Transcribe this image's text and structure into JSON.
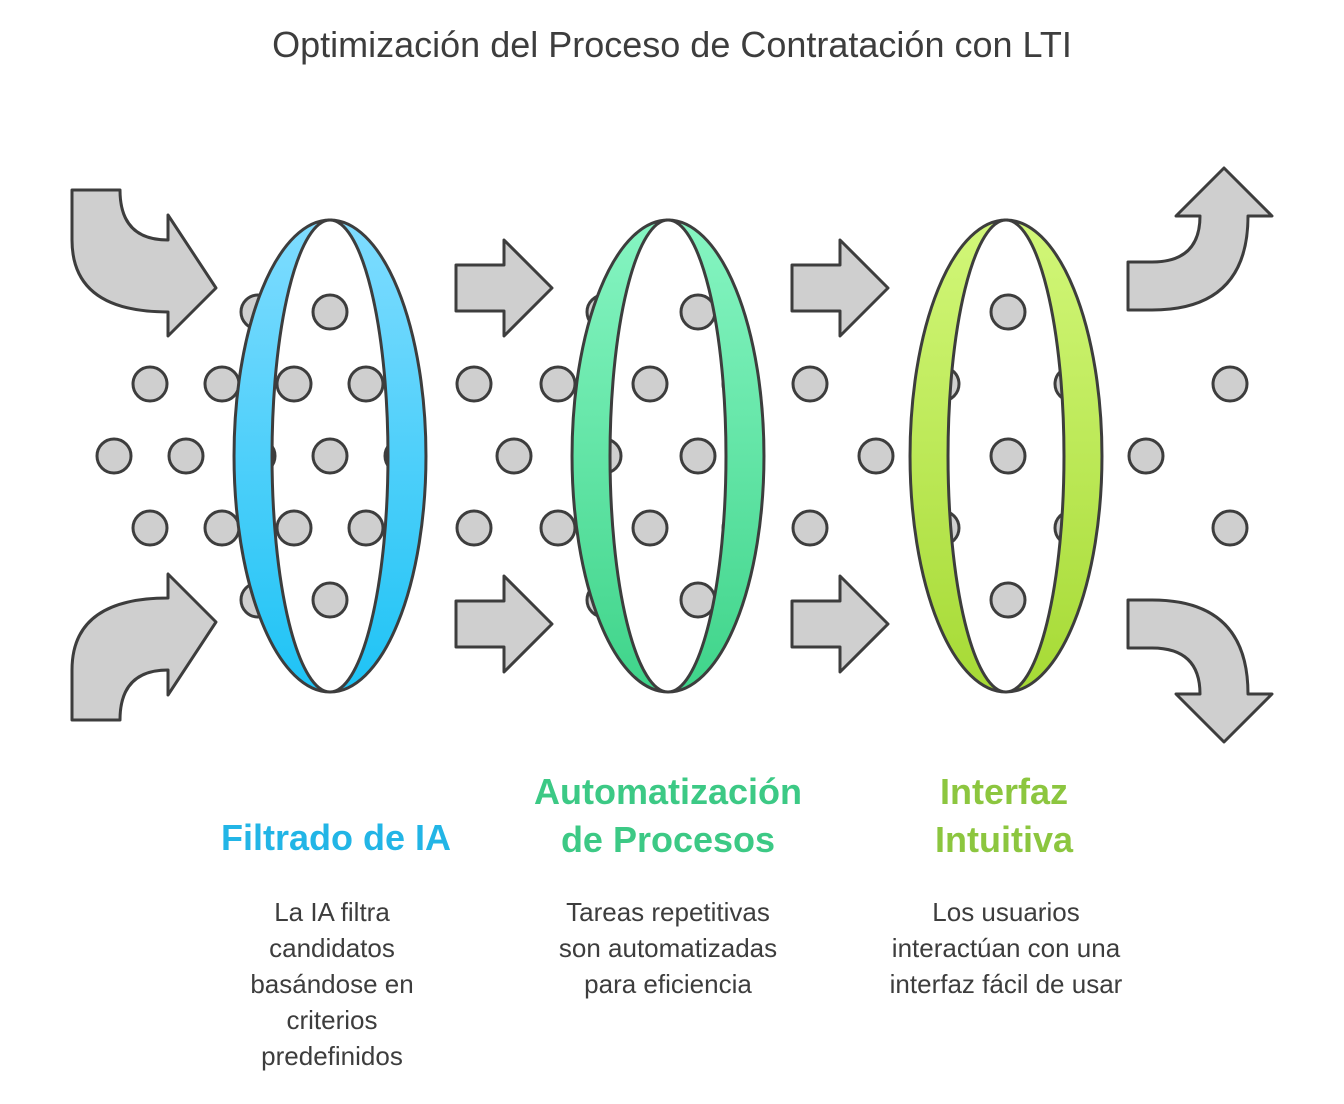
{
  "title": "Optimización del Proceso de Contratación con LTI",
  "colors": {
    "filter": "#22b5e6",
    "automation": "#3cc985",
    "interface": "#8cc63f",
    "arrow_fill": "#cfcfcf",
    "arrow_stroke": "#3d3d3d",
    "dot_fill": "#cfcfcf"
  },
  "stages": [
    {
      "title_lines": [
        "Filtrado de IA"
      ],
      "desc_lines": [
        "La IA filtra",
        "candidatos",
        "basándose en",
        "criterios",
        "predefinidos"
      ]
    },
    {
      "title_lines": [
        "Automatización",
        "de Procesos"
      ],
      "desc_lines": [
        "Tareas repetitivas",
        "son automatizadas",
        "para eficiencia"
      ]
    },
    {
      "title_lines": [
        "Interfaz",
        "Intuitiva"
      ],
      "desc_lines": [
        "Los usuarios",
        "interactúan con una",
        "interfaz fácil de usar"
      ]
    }
  ]
}
